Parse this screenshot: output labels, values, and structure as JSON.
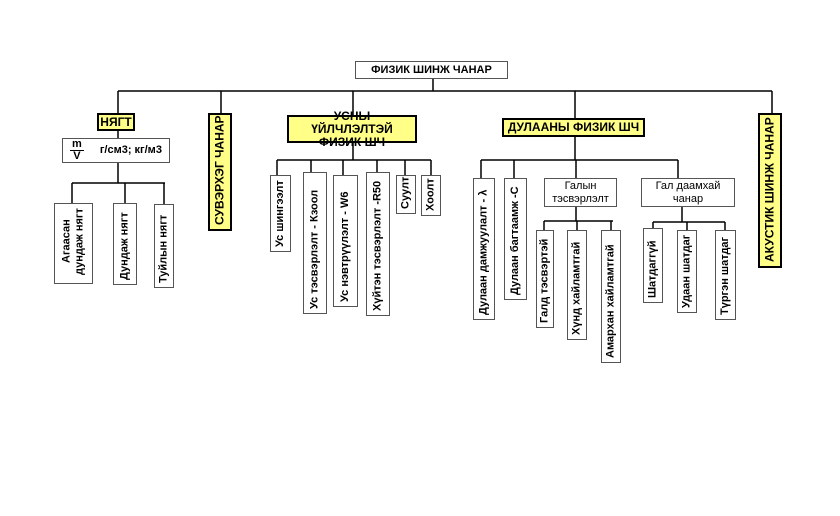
{
  "root": "ФИЗИК ШИНЖ ЧАНАР",
  "density": {
    "title": "НЯГТ",
    "formula": {
      "numerator": "m",
      "denominator": "V",
      "units": "г/см3; кг/м3"
    },
    "children": [
      "Агаасан дундаж нягт",
      "Дундаж нягт",
      "Туйлын нягт"
    ]
  },
  "porosity": {
    "title": "СУВЭРХЭГ ЧАНАР"
  },
  "water": {
    "title": "УСНЫ ҮЙЛЧЛЭЛТЭЙ ФИЗИК ШЧ",
    "children": [
      "Ус шингээлт",
      "Ус тэсвэрлэлт - Кзоол",
      "Ус нэвтрүүлэлт - W6",
      "Хүйтэн тэсвэрлэлт -R50",
      "Суулт",
      "Хоолт"
    ]
  },
  "thermal": {
    "title": "ДУЛААНЫ ФИЗИК ШЧ",
    "children": [
      "Дулаан дамжуулалт - λ",
      "Дулаан багтаамж -C"
    ],
    "fire_resistance": {
      "title": "Галын тэсвэрлэлт",
      "children": [
        "Галд тэсвэртэй",
        "Хүнд хайламтгай",
        "Амархан хайламтгай"
      ]
    },
    "flammability": {
      "title": "Гал даамхай чанар",
      "children": [
        "Шатдаггүй",
        "Удаан шатдаг",
        "Түргэн шатдаг"
      ]
    }
  },
  "acoustic": {
    "title": "АКУСТИК ШИНЖ ЧАНАР"
  }
}
